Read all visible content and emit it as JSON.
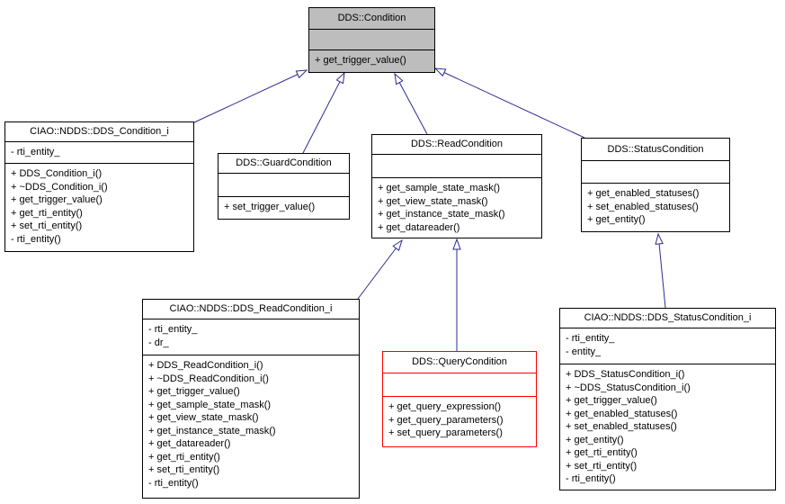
{
  "diagram": {
    "type": "uml-class-inheritance",
    "colors": {
      "node_fill": "#ffffff",
      "node_border": "#000000",
      "highlight_fill": "#bdbdbd",
      "red_border": "#ff0000",
      "edge": "#2b2b8f",
      "text": "#000000",
      "background": "#ffffff"
    },
    "classes": [
      {
        "id": "condition",
        "name": "DDS::Condition",
        "style": "highlight",
        "attributes": [],
        "methods": [
          "+ get_trigger_value()"
        ]
      },
      {
        "id": "dds_condition_i",
        "name": "CIAO::NDDS::DDS_Condition_i",
        "style": "normal",
        "attributes": [
          "- rti_entity_"
        ],
        "methods": [
          "+ DDS_Condition_i()",
          "+ ~DDS_Condition_i()",
          "+ get_trigger_value()",
          "+ get_rti_entity()",
          "+ set_rti_entity()",
          "- rti_entity()"
        ]
      },
      {
        "id": "guard",
        "name": "DDS::GuardCondition",
        "style": "normal",
        "attributes": [],
        "methods": [
          "+ set_trigger_value()"
        ]
      },
      {
        "id": "read",
        "name": "DDS::ReadCondition",
        "style": "normal",
        "attributes": [],
        "methods": [
          "+ get_sample_state_mask()",
          "+ get_view_state_mask()",
          "+ get_instance_state_mask()",
          "+ get_datareader()"
        ]
      },
      {
        "id": "status",
        "name": "DDS::StatusCondition",
        "style": "normal",
        "attributes": [],
        "methods": [
          "+ get_enabled_statuses()",
          "+ set_enabled_statuses()",
          "+ get_entity()"
        ]
      },
      {
        "id": "read_i",
        "name": "CIAO::NDDS::DDS_ReadCondition_i",
        "style": "normal",
        "attributes": [
          "- rti_entity_",
          "- dr_"
        ],
        "methods": [
          "+ DDS_ReadCondition_i()",
          "+ ~DDS_ReadCondition_i()",
          "+ get_trigger_value()",
          "+ get_sample_state_mask()",
          "+ get_view_state_mask()",
          "+ get_instance_state_mask()",
          "+ get_datareader()",
          "+ get_rti_entity()",
          "+ set_rti_entity()",
          "- rti_entity()"
        ]
      },
      {
        "id": "query",
        "name": "DDS::QueryCondition",
        "style": "red",
        "attributes": [],
        "methods": [
          "+ get_query_expression()",
          "+ get_query_parameters()",
          "+ set_query_parameters()"
        ]
      },
      {
        "id": "status_i",
        "name": "CIAO::NDDS::DDS_StatusCondition_i",
        "style": "normal",
        "attributes": [
          "- rti_entity_",
          "- entity_"
        ],
        "methods": [
          "+ DDS_StatusCondition_i()",
          "+ ~DDS_StatusCondition_i()",
          "+ get_trigger_value()",
          "+ get_enabled_statuses()",
          "+ set_enabled_statuses()",
          "+ get_entity()",
          "+ get_rti_entity()",
          "+ set_rti_entity()",
          "- rti_entity()"
        ]
      }
    ],
    "edges": [
      {
        "from": "dds_condition_i",
        "to": "condition",
        "relation": "inherits"
      },
      {
        "from": "guard",
        "to": "condition",
        "relation": "inherits"
      },
      {
        "from": "read",
        "to": "condition",
        "relation": "inherits"
      },
      {
        "from": "status",
        "to": "condition",
        "relation": "inherits"
      },
      {
        "from": "read_i",
        "to": "read",
        "relation": "inherits"
      },
      {
        "from": "query",
        "to": "read",
        "relation": "inherits"
      },
      {
        "from": "status_i",
        "to": "status",
        "relation": "inherits"
      }
    ]
  }
}
